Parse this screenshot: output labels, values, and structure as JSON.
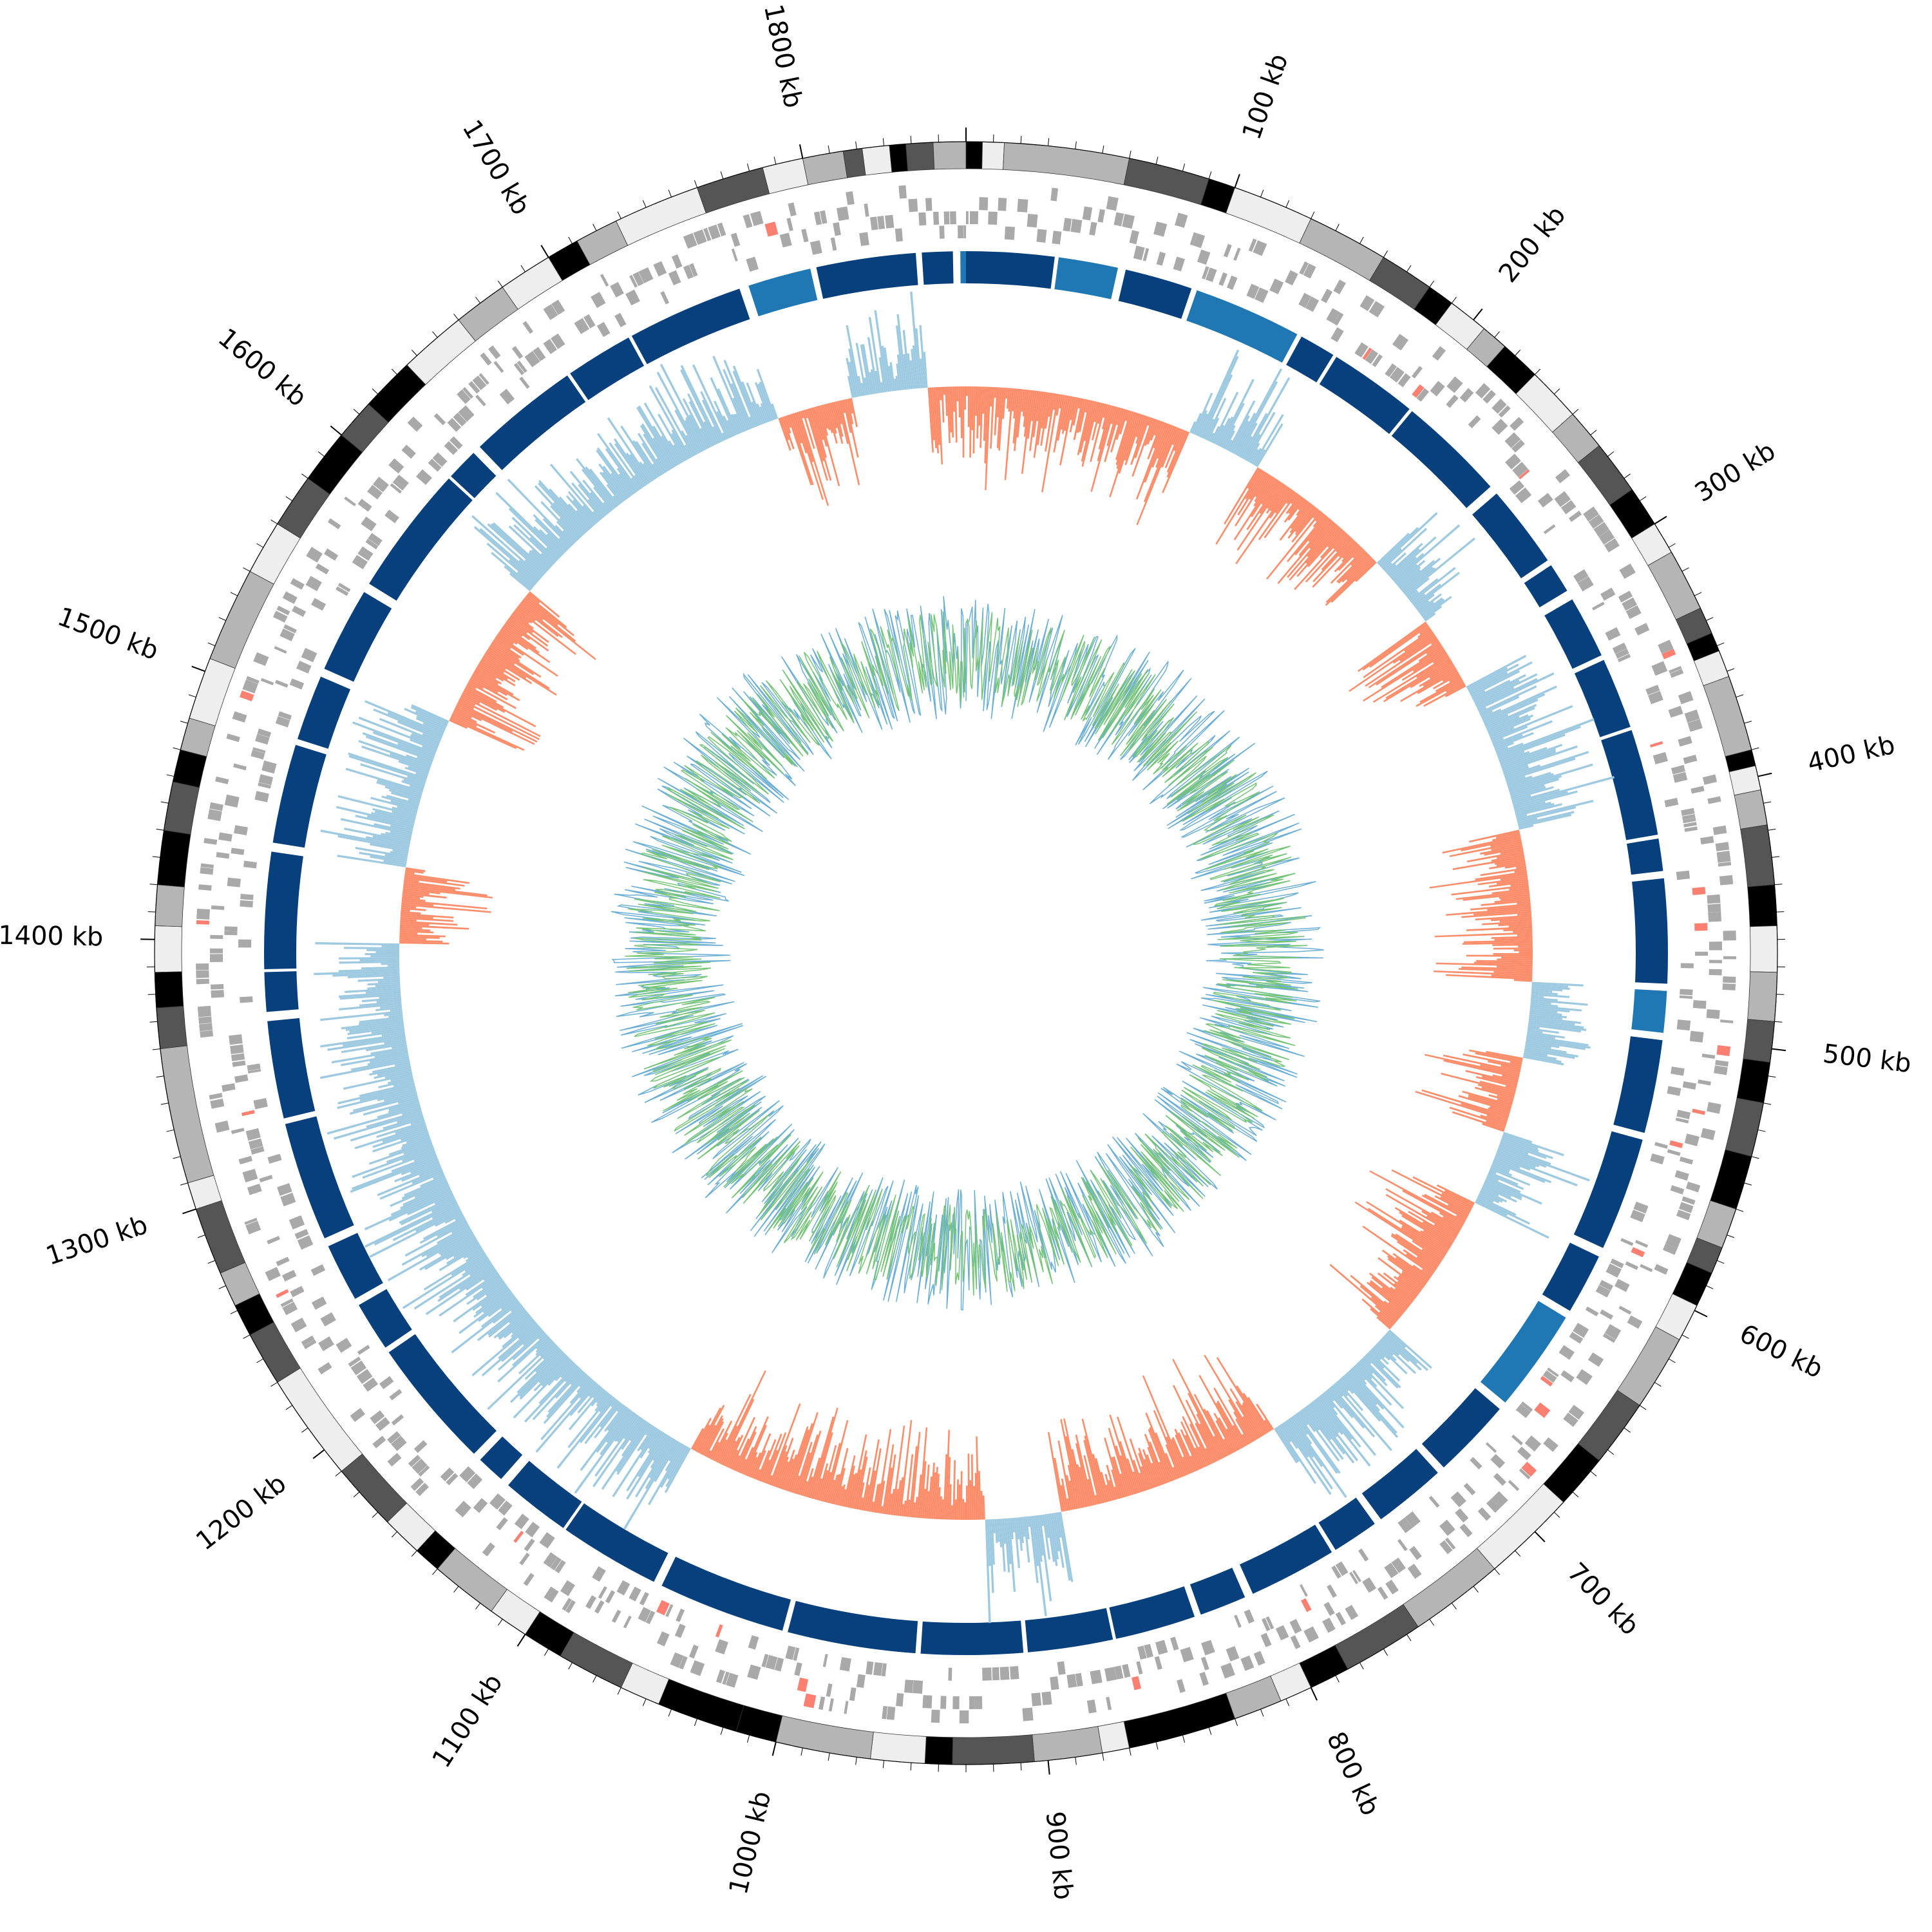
{
  "chart_data": {
    "type": "circos",
    "genome_length_kb": 1860,
    "tick_labels": [
      {
        "kb": 100,
        "label": "100 kb"
      },
      {
        "kb": 200,
        "label": "200 kb"
      },
      {
        "kb": 300,
        "label": "300 kb"
      },
      {
        "kb": 400,
        "label": "400 kb"
      },
      {
        "kb": 500,
        "label": "500 kb"
      },
      {
        "kb": 600,
        "label": "600 kb"
      },
      {
        "kb": 700,
        "label": "700 kb"
      },
      {
        "kb": 800,
        "label": "800 kb"
      },
      {
        "kb": 900,
        "label": "900 kb"
      },
      {
        "kb": 1000,
        "label": "1000 kb"
      },
      {
        "kb": 1100,
        "label": "1100 kb"
      },
      {
        "kb": 1200,
        "label": "1200 kb"
      },
      {
        "kb": 1300,
        "label": "1300 kb"
      },
      {
        "kb": 1400,
        "label": "1400 kb"
      },
      {
        "kb": 1500,
        "label": "1500 kb"
      },
      {
        "kb": 1600,
        "label": "1600 kb"
      },
      {
        "kb": 1700,
        "label": "1700 kb"
      },
      {
        "kb": 1800,
        "label": "1800 kb"
      }
    ],
    "minor_tick_interval_kb": 10,
    "tracks": {
      "ideogram_bands": {
        "colors": [
          "#000000",
          "#555555",
          "#b5b5b5",
          "#eeeeee"
        ],
        "bands_kb": [
          [
            0,
            6,
            "#000000"
          ],
          [
            6,
            14,
            "#eeeeee"
          ],
          [
            14,
            60,
            "#b5b5b5"
          ],
          [
            60,
            90,
            "#555555"
          ],
          [
            90,
            100,
            "#000000"
          ],
          [
            100,
            130,
            "#eeeeee"
          ],
          [
            130,
            160,
            "#b5b5b5"
          ],
          [
            160,
            180,
            "#555555"
          ],
          [
            180,
            190,
            "#000000"
          ],
          [
            190,
            205,
            "#eeeeee"
          ],
          [
            205,
            215,
            "#b5b5b5"
          ],
          [
            215,
            230,
            "#000000"
          ],
          [
            230,
            250,
            "#eeeeee"
          ],
          [
            250,
            265,
            "#b5b5b5"
          ],
          [
            265,
            285,
            "#555555"
          ],
          [
            285,
            300,
            "#000000"
          ],
          [
            300,
            312,
            "#eeeeee"
          ],
          [
            312,
            335,
            "#b5b5b5"
          ],
          [
            335,
            345,
            "#555555"
          ],
          [
            345,
            352,
            "#000000"
          ],
          [
            352,
            362,
            "#eeeeee"
          ],
          [
            362,
            390,
            "#b5b5b5"
          ],
          [
            390,
            396,
            "#000000"
          ],
          [
            396,
            405,
            "#eeeeee"
          ],
          [
            405,
            418,
            "#b5b5b5"
          ],
          [
            418,
            440,
            "#555555"
          ],
          [
            440,
            455,
            "#000000"
          ],
          [
            455,
            472,
            "#eeeeee"
          ],
          [
            472,
            490,
            "#b5b5b5"
          ],
          [
            490,
            505,
            "#555555"
          ],
          [
            505,
            520,
            "#000000"
          ],
          [
            520,
            540,
            "#555555"
          ],
          [
            540,
            560,
            "#000000"
          ],
          [
            560,
            575,
            "#b5b5b5"
          ],
          [
            575,
            585,
            "#555555"
          ],
          [
            585,
            598,
            "#000000"
          ],
          [
            598,
            612,
            "#eeeeee"
          ],
          [
            612,
            640,
            "#b5b5b5"
          ],
          [
            640,
            665,
            "#555555"
          ],
          [
            665,
            685,
            "#000000"
          ],
          [
            685,
            720,
            "#eeeeee"
          ],
          [
            720,
            755,
            "#b5b5b5"
          ],
          [
            755,
            785,
            "#555555"
          ],
          [
            785,
            800,
            "#000000"
          ],
          [
            800,
            812,
            "#eeeeee"
          ],
          [
            812,
            830,
            "#b5b5b5"
          ],
          [
            830,
            870,
            "#000000"
          ],
          [
            870,
            880,
            "#eeeeee"
          ],
          [
            880,
            905,
            "#b5b5b5"
          ],
          [
            905,
            935,
            "#555555"
          ],
          [
            935,
            945,
            "#000000"
          ],
          [
            945,
            965,
            "#eeeeee"
          ],
          [
            965,
            1000,
            "#b5b5b5"
          ],
          [
            1000,
            1015,
            "#000000"
          ],
          [
            1015,
            1045,
            "#000000"
          ],
          [
            1045,
            1060,
            "#eeeeee"
          ],
          [
            1060,
            1085,
            "#555555"
          ],
          [
            1085,
            1100,
            "#000000"
          ],
          [
            1100,
            1115,
            "#eeeeee"
          ],
          [
            1115,
            1140,
            "#b5b5b5"
          ],
          [
            1140,
            1150,
            "#000000"
          ],
          [
            1150,
            1165,
            "#eeeeee"
          ],
          [
            1165,
            1190,
            "#555555"
          ],
          [
            1190,
            1230,
            "#eeeeee"
          ],
          [
            1230,
            1250,
            "#555555"
          ],
          [
            1250,
            1262,
            "#000000"
          ],
          [
            1262,
            1275,
            "#b5b5b5"
          ],
          [
            1275,
            1300,
            "#555555"
          ],
          [
            1300,
            1310,
            "#eeeeee"
          ],
          [
            1310,
            1360,
            "#b5b5b5"
          ],
          [
            1360,
            1375,
            "#555555"
          ],
          [
            1375,
            1388,
            "#000000"
          ],
          [
            1388,
            1405,
            "#eeeeee"
          ],
          [
            1405,
            1420,
            "#b5b5b5"
          ],
          [
            1420,
            1440,
            "#000000"
          ],
          [
            1440,
            1458,
            "#555555"
          ],
          [
            1458,
            1470,
            "#000000"
          ],
          [
            1470,
            1482,
            "#b5b5b5"
          ],
          [
            1482,
            1505,
            "#eeeeee"
          ],
          [
            1505,
            1540,
            "#b5b5b5"
          ],
          [
            1540,
            1560,
            "#eeeeee"
          ],
          [
            1560,
            1580,
            "#555555"
          ],
          [
            1580,
            1600,
            "#000000"
          ],
          [
            1600,
            1615,
            "#555555"
          ],
          [
            1615,
            1635,
            "#000000"
          ],
          [
            1635,
            1660,
            "#eeeeee"
          ],
          [
            1660,
            1680,
            "#b5b5b5"
          ],
          [
            1680,
            1700,
            "#eeeeee"
          ],
          [
            1700,
            1712,
            "#000000"
          ],
          [
            1712,
            1728,
            "#b5b5b5"
          ],
          [
            1728,
            1760,
            "#eeeeee"
          ],
          [
            1760,
            1785,
            "#555555"
          ],
          [
            1785,
            1800,
            "#eeeeee"
          ],
          [
            1800,
            1815,
            "#b5b5b5"
          ],
          [
            1815,
            1822,
            "#555555"
          ],
          [
            1822,
            1832,
            "#eeeeee"
          ],
          [
            1832,
            1838,
            "#000000"
          ],
          [
            1838,
            1848,
            "#555555"
          ],
          [
            1848,
            1860,
            "#b5b5b5"
          ]
        ]
      },
      "gene_track": {
        "color": "#a9a9a9",
        "highlight_color": "#fb8072"
      },
      "block_track": {
        "color": "#08407e",
        "accent_color": "#1f78b4"
      },
      "skew_track": {
        "positive_color": "#9ecae1",
        "negative_color": "#fc8d6a"
      },
      "content_track": {
        "series_a_color": "#6baed6",
        "series_b_color": "#74c476"
      }
    }
  }
}
